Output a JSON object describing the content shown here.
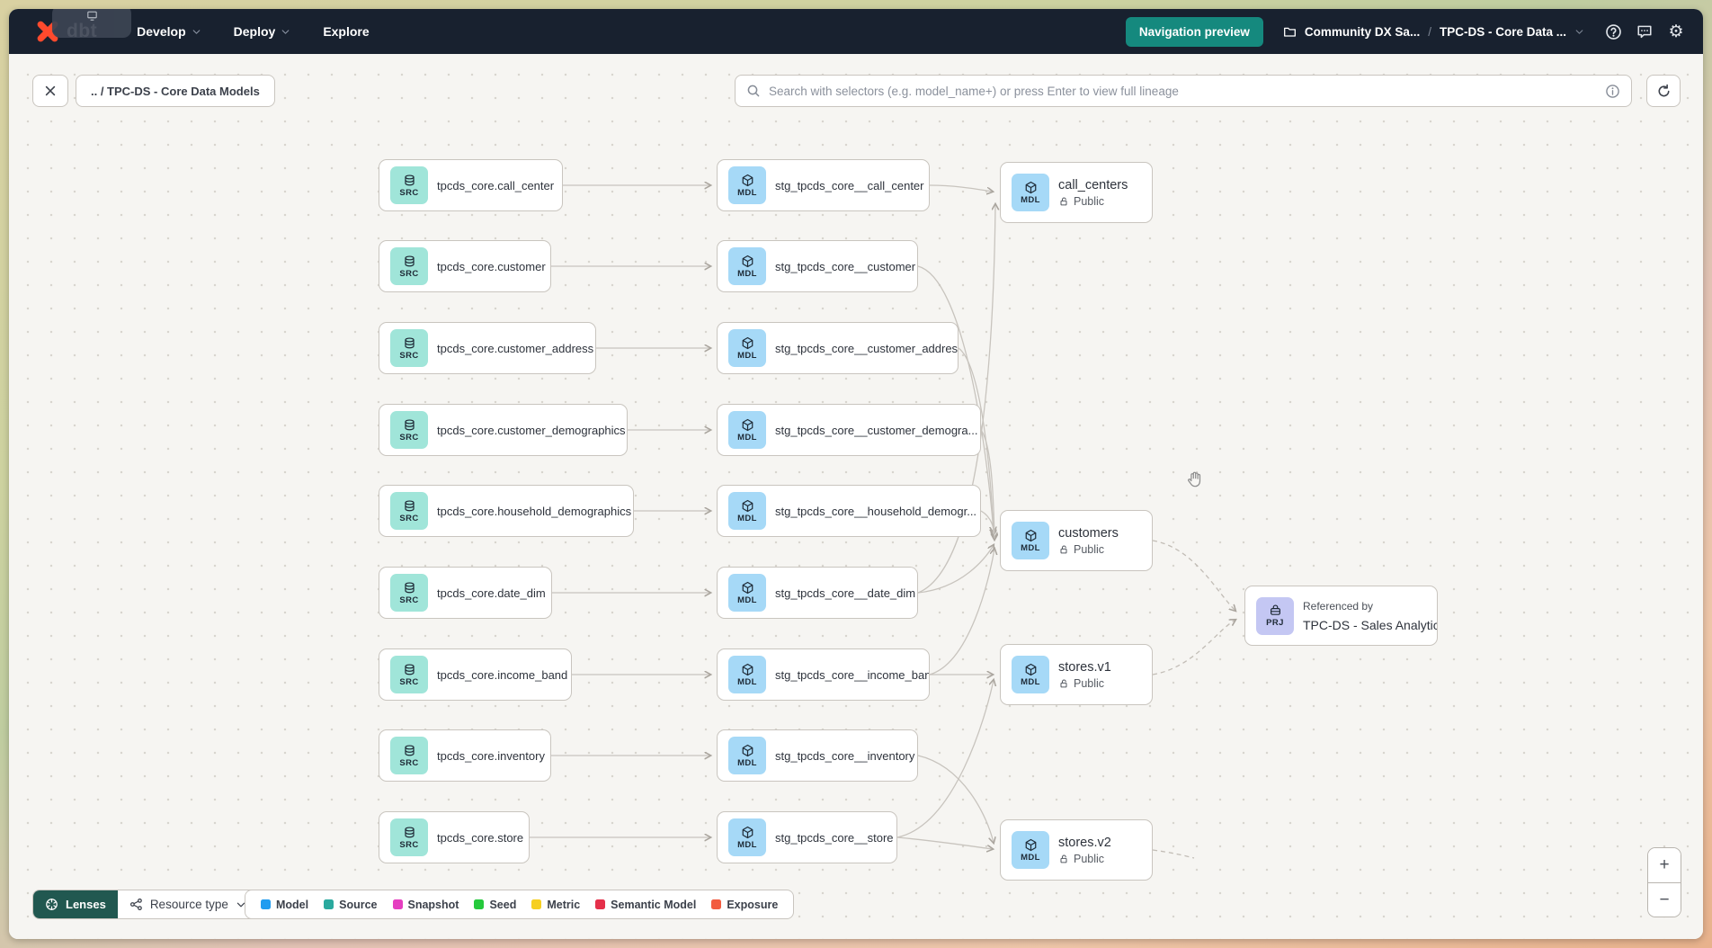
{
  "navbar": {
    "logo_text": "dbt",
    "menus": [
      {
        "label": "Develop"
      },
      {
        "label": "Deploy"
      },
      {
        "label": "Explore"
      }
    ],
    "preview_button": "Navigation preview",
    "breadcrumb": {
      "project": "Community DX Sa...",
      "separator": "/",
      "page": "TPC-DS - Core Data ..."
    }
  },
  "lineage_toolbar": {
    "breadcrumb": ".. / TPC-DS - Core Data Models",
    "search_placeholder": "Search with selectors (e.g. model_name+) or press Enter to view full lineage"
  },
  "graph": {
    "badges": {
      "src": "SRC",
      "mdl": "MDL",
      "prj": "PRJ"
    },
    "source_nodes": [
      "tpcds_core.call_center",
      "tpcds_core.customer",
      "tpcds_core.customer_address",
      "tpcds_core.customer_demographics",
      "tpcds_core.household_demographics",
      "tpcds_core.date_dim",
      "tpcds_core.income_band",
      "tpcds_core.inventory",
      "tpcds_core.store"
    ],
    "staging_nodes": [
      "stg_tpcds_core__call_center",
      "stg_tpcds_core__customer",
      "stg_tpcds_core__customer_address",
      "stg_tpcds_core__customer_demogra...",
      "stg_tpcds_core__household_demogr...",
      "stg_tpcds_core__date_dim",
      "stg_tpcds_core__income_band",
      "stg_tpcds_core__inventory",
      "stg_tpcds_core__store"
    ],
    "public_nodes": [
      {
        "name": "call_centers",
        "visibility": "Public"
      },
      {
        "name": "customers",
        "visibility": "Public"
      },
      {
        "name": "stores.v1",
        "visibility": "Public"
      },
      {
        "name": "stores.v2",
        "visibility": "Public"
      }
    ],
    "project_node": {
      "subtitle": "Referenced by",
      "title": "TPC-DS - Sales Analytics"
    }
  },
  "footer": {
    "lenses_label": "Lenses",
    "resource_type_label": "Resource type",
    "zoom_in": "+",
    "zoom_out": "−",
    "legend_items": [
      {
        "label": "Model",
        "color": "#1f9cf0"
      },
      {
        "label": "Source",
        "color": "#2aa99e"
      },
      {
        "label": "Snapshot",
        "color": "#e53ec0"
      },
      {
        "label": "Seed",
        "color": "#25c93c"
      },
      {
        "label": "Metric",
        "color": "#f6cf20"
      },
      {
        "label": "Semantic Model",
        "color": "#e5304a"
      },
      {
        "label": "Exposure",
        "color": "#f25c40"
      }
    ]
  }
}
